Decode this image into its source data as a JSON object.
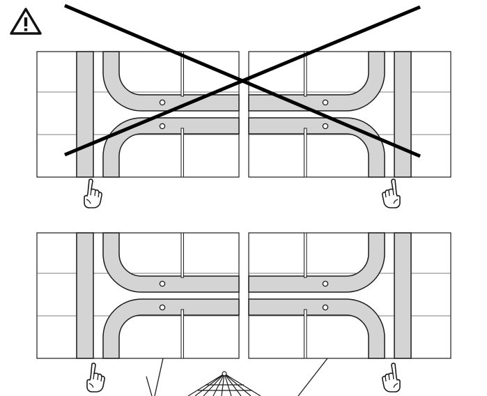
{
  "diagram": {
    "warning_icon": "warning-triangle-icon",
    "hand_icon": "pointing-hand-icon",
    "fixture_icon": "clothes-airer-icon",
    "rail_fill": "#d4d4d4",
    "line_color": "#1a1a1a",
    "cross_color": "#000000",
    "panels": [
      {
        "id": "top-left",
        "state": "incorrect"
      },
      {
        "id": "top-right",
        "state": "incorrect"
      },
      {
        "id": "bottom-left",
        "state": "correct"
      },
      {
        "id": "bottom-right",
        "state": "correct"
      }
    ]
  }
}
